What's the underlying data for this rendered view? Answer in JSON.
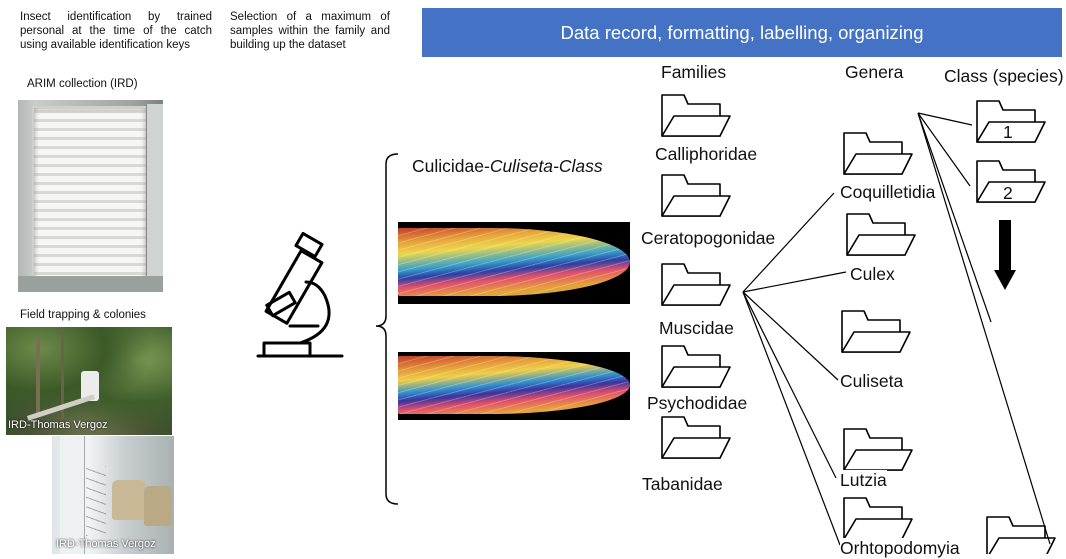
{
  "left_column": {
    "col1_caption": "Insect identification by trained personal at the time of the catch using available identification keys",
    "col2_caption": "Selection of a maximum of samples within the family and building up the dataset",
    "arim_label": "ARIM collection (IRD)",
    "field_label": "Field trapping & colonies",
    "credit_1": "IRD-Thomas Vergoz",
    "credit_2": "IRD-Thomas Vergoz"
  },
  "banner": {
    "title": "Data record, formatting, labelling, organizing"
  },
  "sample": {
    "label_prefix": "Culicidae-",
    "label_genus": "Culiseta",
    "label_suffix": "-Class"
  },
  "columns": {
    "families_header": "Families",
    "genera_header": "Genera",
    "class_header": "Class (species)"
  },
  "families": [
    "Calliphoridae",
    "Ceratopogonidae",
    "Muscidae",
    "Psychodidae",
    "Tabanidae"
  ],
  "genera": [
    "Coquilletidia",
    "Culex",
    "Culiseta",
    "Lutzia",
    "Orhtopodomyia"
  ],
  "classes": [
    "1",
    "2"
  ],
  "colors": {
    "banner": "#4472c4",
    "line": "#000000"
  }
}
